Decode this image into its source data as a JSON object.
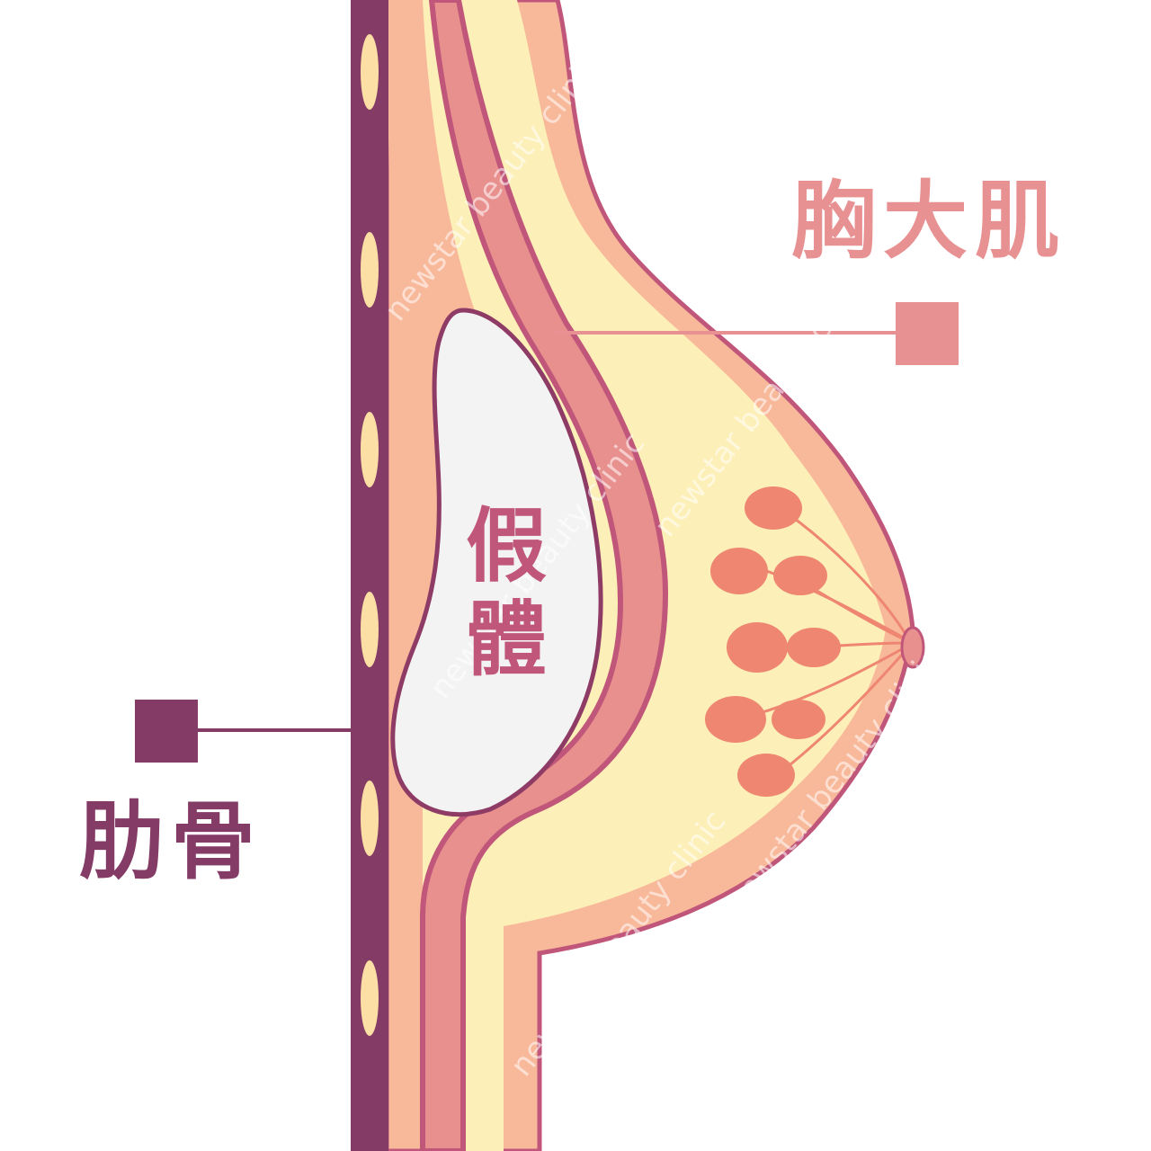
{
  "labels": {
    "pectoral_muscle": "胸大肌",
    "rib": "肋骨",
    "implant_line1": "假",
    "implant_line2": "體"
  },
  "watermark": "newstar beauty clinic",
  "colors": {
    "rib_wall": "#843b66",
    "rib_oval": "#fcdfa5",
    "outer_skin": "#f8b89a",
    "fat": "#fdefb8",
    "muscle": "#e8908e",
    "outline": "#c0567a",
    "implant": "#f3f3f3",
    "glands": "#ee8672",
    "pec_label": "#e89192",
    "rib_label": "#843b66",
    "implant_label": "#c0567a"
  }
}
